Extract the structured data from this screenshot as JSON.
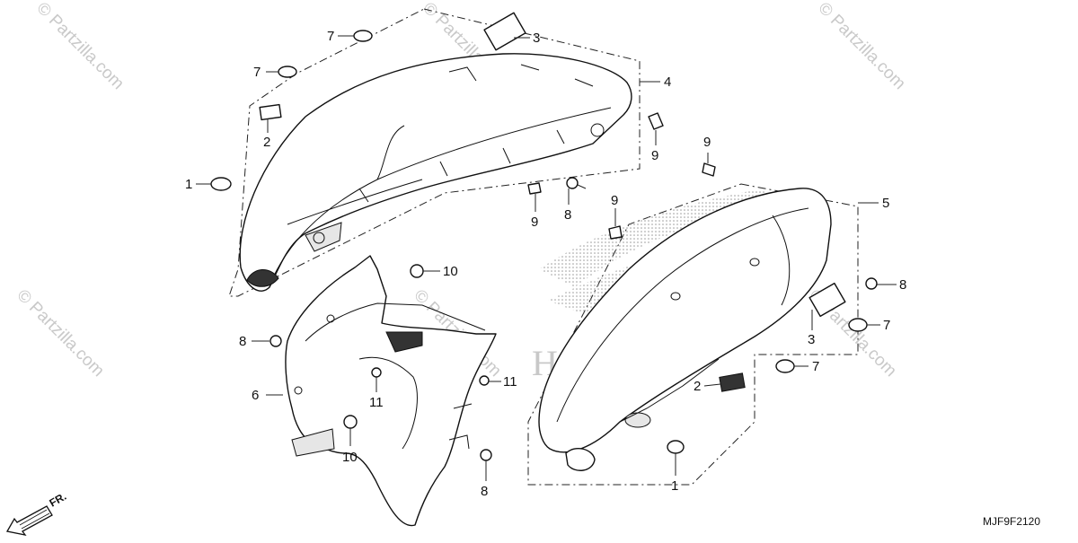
{
  "watermark_text": "© Partzilla.com",
  "diagram_code": "MJF9F2120",
  "front_arrow_label": "FR.",
  "emblem_text": "HONDA",
  "callouts": {
    "c1a": "1",
    "c1b": "1",
    "c2a": "2",
    "c2b": "2",
    "c3a": "3",
    "c3b": "3",
    "c4": "4",
    "c5": "5",
    "c6": "6",
    "c7a": "7",
    "c7b": "7",
    "c7c": "7",
    "c7d": "7",
    "c8a": "8",
    "c8b": "8",
    "c8c": "8",
    "c8d": "8",
    "c9a": "9",
    "c9b": "9",
    "c9c": "9",
    "c9d": "9",
    "c10a": "10",
    "c10b": "10",
    "c11a": "11",
    "c11b": "11"
  }
}
